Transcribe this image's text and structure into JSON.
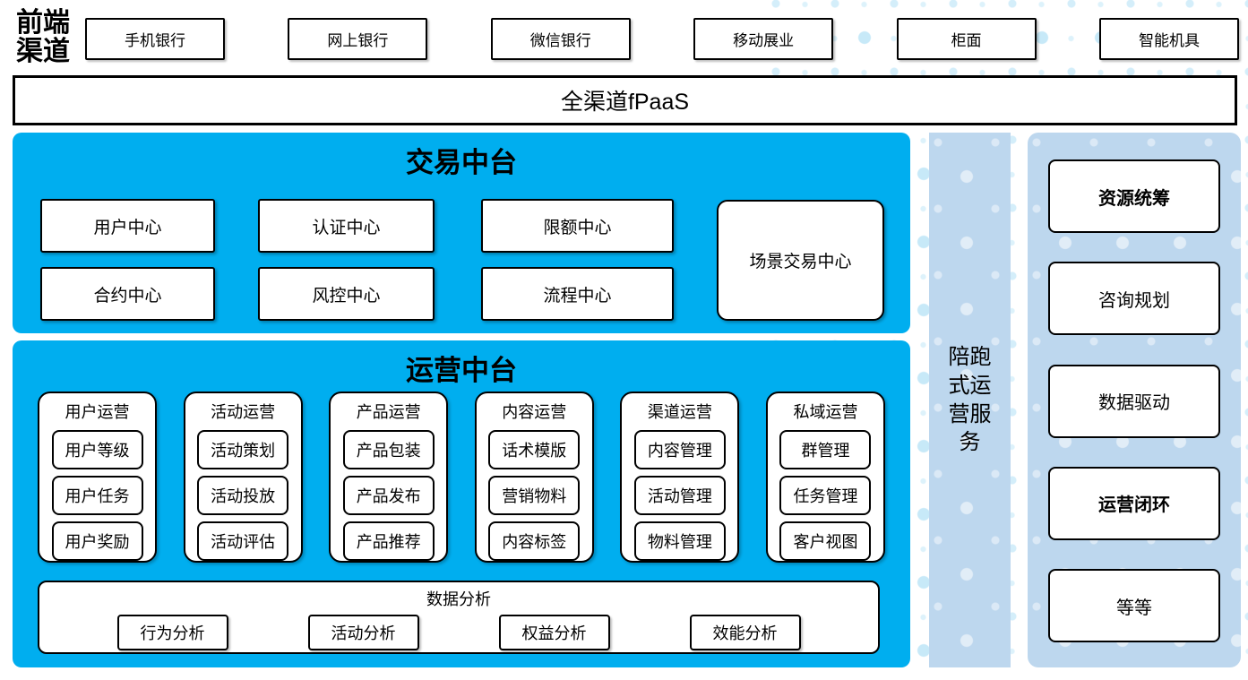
{
  "colors": {
    "cyan_panel": "#00AEEF",
    "light_blue_panel": "#BDD7EE",
    "dot_pattern": "#C7E9F8",
    "box_border": "#000000",
    "box_background": "#FFFFFF"
  },
  "front_channels": {
    "label": "前端渠道",
    "items": [
      "手机银行",
      "网上银行",
      "微信银行",
      "移动展业",
      "柜面",
      "智能机具"
    ]
  },
  "fpaas": {
    "label": "全渠道fPaaS"
  },
  "transaction_platform": {
    "title": "交易中台",
    "row1": [
      "用户中心",
      "认证中心",
      "限额中心"
    ],
    "row2": [
      "合约中心",
      "风控中心",
      "流程中心"
    ],
    "side_box": "场景交易中心"
  },
  "operation_platform": {
    "title": "运营中台",
    "columns": [
      {
        "title": "用户运营",
        "items": [
          "用户等级",
          "用户任务",
          "用户奖励"
        ]
      },
      {
        "title": "活动运营",
        "items": [
          "活动策划",
          "活动投放",
          "活动评估"
        ]
      },
      {
        "title": "产品运营",
        "items": [
          "产品包装",
          "产品发布",
          "产品推荐"
        ]
      },
      {
        "title": "内容运营",
        "items": [
          "话术模版",
          "营销物料",
          "内容标签"
        ]
      },
      {
        "title": "渠道运营",
        "items": [
          "内容管理",
          "活动管理",
          "物料管理"
        ]
      },
      {
        "title": "私域运营",
        "items": [
          "群管理",
          "任务管理",
          "客户视图"
        ]
      }
    ],
    "data_analysis": {
      "title": "数据分析",
      "items": [
        "行为分析",
        "活动分析",
        "权益分析",
        "效能分析"
      ]
    }
  },
  "accompany_bar": {
    "label": "陪跑式运营服务"
  },
  "right_panel": {
    "items": [
      {
        "label": "资源统筹",
        "bold": true
      },
      {
        "label": "咨询规划",
        "bold": false
      },
      {
        "label": "数据驱动",
        "bold": false
      },
      {
        "label": "运营闭环",
        "bold": true
      },
      {
        "label": "等等",
        "bold": false
      }
    ]
  }
}
